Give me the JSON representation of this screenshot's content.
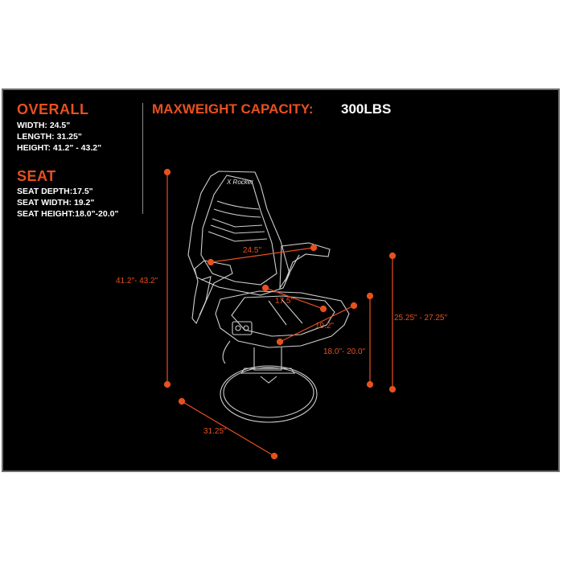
{
  "overall": {
    "heading": "OVERALL",
    "width": "WIDTH: 24.5\"",
    "length": "LENGTH: 31.25\"",
    "height": "HEIGHT: 41.2\" - 43.2\""
  },
  "seat": {
    "heading": "SEAT",
    "depth": "SEAT DEPTH:17.5\"",
    "width": "SEAT WIDTH: 19.2\"",
    "height": "SEAT HEIGHT:18.0\"-20.0\""
  },
  "capacity": {
    "label": "MAXWEIGHT CAPACITY:",
    "value": "300LBS"
  },
  "diagram": {
    "brand": "X Rocker",
    "dim_height": "41.2\"- 43.2\"",
    "dim_width": "24.5\"",
    "dim_seat_depth": "17.5\"",
    "dim_seat_width": "19.2\"",
    "dim_seat_height": "18.0\"- 20.0\"",
    "dim_arm_height": "25.25\" - 27.25\"",
    "dim_length": "31.25\""
  },
  "colors": {
    "accent": "#e8501e",
    "background": "#000000",
    "text": "#ffffff",
    "outline": "#cfcfcf"
  }
}
